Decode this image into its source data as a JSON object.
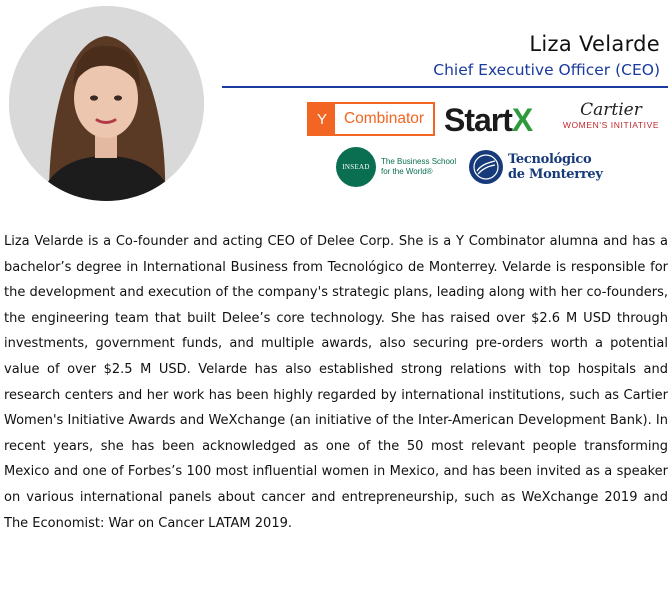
{
  "profile": {
    "name": "Liza Velarde",
    "title": "Chief Executive Officer (CEO)",
    "photo_icon": "portrait-photo"
  },
  "logos": {
    "ycombinator": {
      "mark": "Y",
      "text": "Combinator",
      "color": "#f26522"
    },
    "startx": {
      "text": "Start",
      "mark": "X",
      "color": "#2e9a3c"
    },
    "cartier": {
      "brand": "Cartier",
      "sub": "WOMEN'S INITIATIVE",
      "color": "#c0272d"
    },
    "insead": {
      "badge": "INSEAD",
      "tagline": "The Business School for the World®",
      "color": "#0a6e51"
    },
    "tec": {
      "line1": "Tecnológico",
      "line2": "de Monterrey",
      "color": "#163a7a"
    }
  },
  "colors": {
    "accent": "#1a3a9e",
    "text": "#111111"
  },
  "bio": "Liza Velarde is a Co-founder and acting CEO of Delee Corp. She is a Y Combinator alumna and has a bachelor’s degree in International Business from Tecnológico de Monterrey. Velarde is responsible for the development and execution of the company's strategic plans, leading along with her co-founders, the engineering team that built Delee’s core technology. She has raised over $2.6 M USD through investments, government funds, and multiple awards, also securing pre-orders worth a potential value of over $2.5 M USD. Velarde has also established strong relations with top hospitals and research centers and her work has been highly regarded by international institutions, such as Cartier Women's Initiative Awards and WeXchange (an initiative of the Inter-American Development Bank). In recent years, she has been acknowledged as one of the 50 most relevant people transforming Mexico and one of Forbes’s 100 most influential women in Mexico, and has been invited as a speaker on various international panels about cancer and entrepreneurship, such as WeXchange 2019 and The Economist: War on Cancer LATAM 2019."
}
